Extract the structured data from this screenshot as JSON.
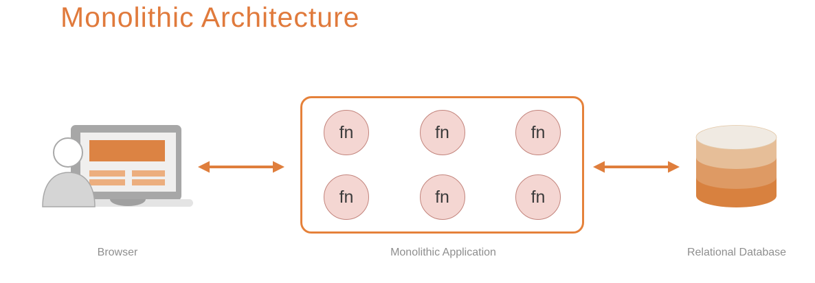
{
  "title": "Monolithic Architecture",
  "diagram": {
    "nodes": [
      {
        "id": "browser",
        "label": "Browser",
        "icon": "user-laptop-icon"
      },
      {
        "id": "monolith",
        "label": "Monolithic Application",
        "functions": [
          "fn",
          "fn",
          "fn",
          "fn",
          "fn",
          "fn"
        ]
      },
      {
        "id": "database",
        "label": "Relational Database",
        "icon": "database-cylinder-icon"
      }
    ],
    "connections": [
      {
        "from": "browser",
        "to": "monolith",
        "type": "bidirectional-arrow"
      },
      {
        "from": "monolith",
        "to": "database",
        "type": "bidirectional-arrow"
      }
    ]
  },
  "colors": {
    "title_orange": "#E07A3C",
    "box_border_orange": "#E5813A",
    "arrow_orange": "#DF7E3C",
    "fn_circle_fill": "#F4D6D2",
    "fn_circle_border": "#C2837B",
    "fn_text": "#3B3B3B",
    "label_gray": "#8E8E8E",
    "laptop_frame_gray": "#A7A7A7",
    "laptop_screen": "#F0EFEE",
    "laptop_hero_orange": "#DC8343",
    "laptop_bar_orange": "#ECAE7E",
    "person_gray": "#D5D5D5",
    "db_top": "#F0EAE2",
    "db_band_light": "#E6BE98",
    "db_band_mid": "#DE9A64",
    "db_band_dark": "#D8813F"
  }
}
